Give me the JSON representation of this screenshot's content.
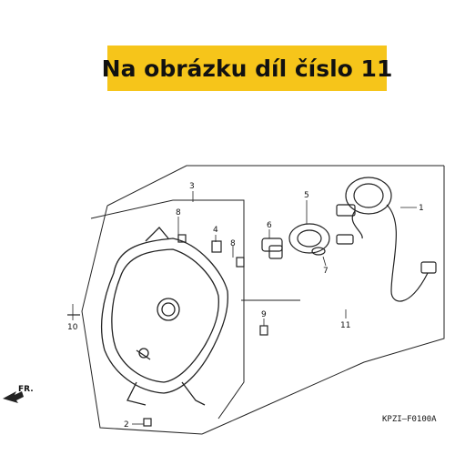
{
  "banner": {
    "text": "Na obrázku díl číslo 11",
    "color": "#f6c51a"
  },
  "diagram_code": "KPZI–F0100A",
  "front_marker": "FR.",
  "callouts": [
    "1",
    "2",
    "3",
    "4",
    "5",
    "6",
    "7",
    "8",
    "8",
    "9",
    "10",
    "11"
  ]
}
